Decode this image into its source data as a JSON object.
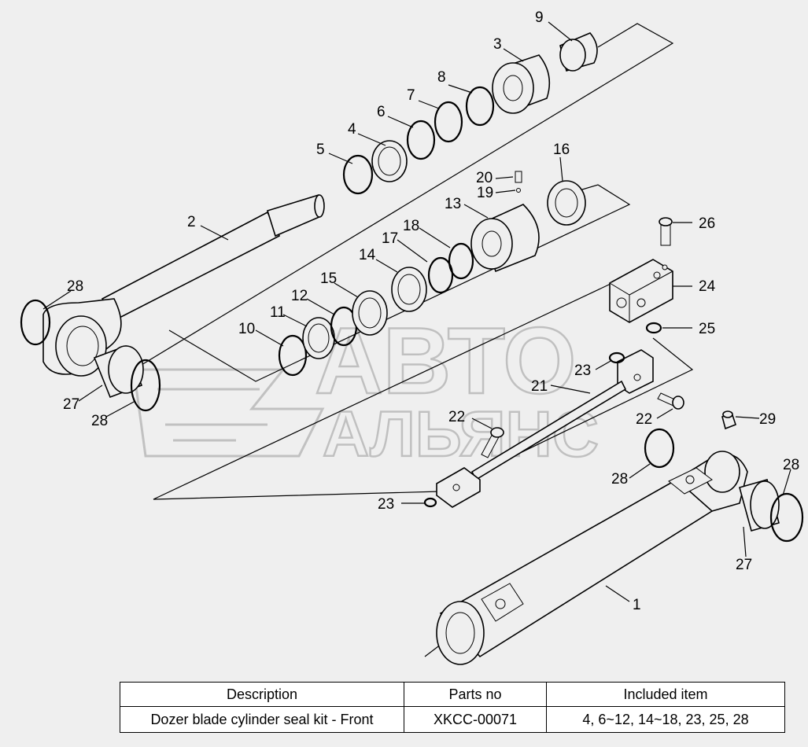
{
  "watermark": {
    "line1": "АВТО",
    "line2": "АЛЬЯНС"
  },
  "callouts": [
    "1",
    "2",
    "3",
    "4",
    "5",
    "6",
    "7",
    "8",
    "9",
    "10",
    "11",
    "12",
    "13",
    "14",
    "15",
    "16",
    "17",
    "18",
    "19",
    "20",
    "21",
    "22",
    "22",
    "23",
    "23",
    "24",
    "25",
    "26",
    "27",
    "27",
    "28",
    "28",
    "28",
    "28",
    "29"
  ],
  "table": {
    "headers": [
      "Description",
      "Parts no",
      "Included item"
    ],
    "rows": [
      [
        "Dozer blade cylinder seal kit - Front",
        "XKCC-00071",
        "4, 6~12, 14~18, 23, 25, 28"
      ]
    ]
  }
}
